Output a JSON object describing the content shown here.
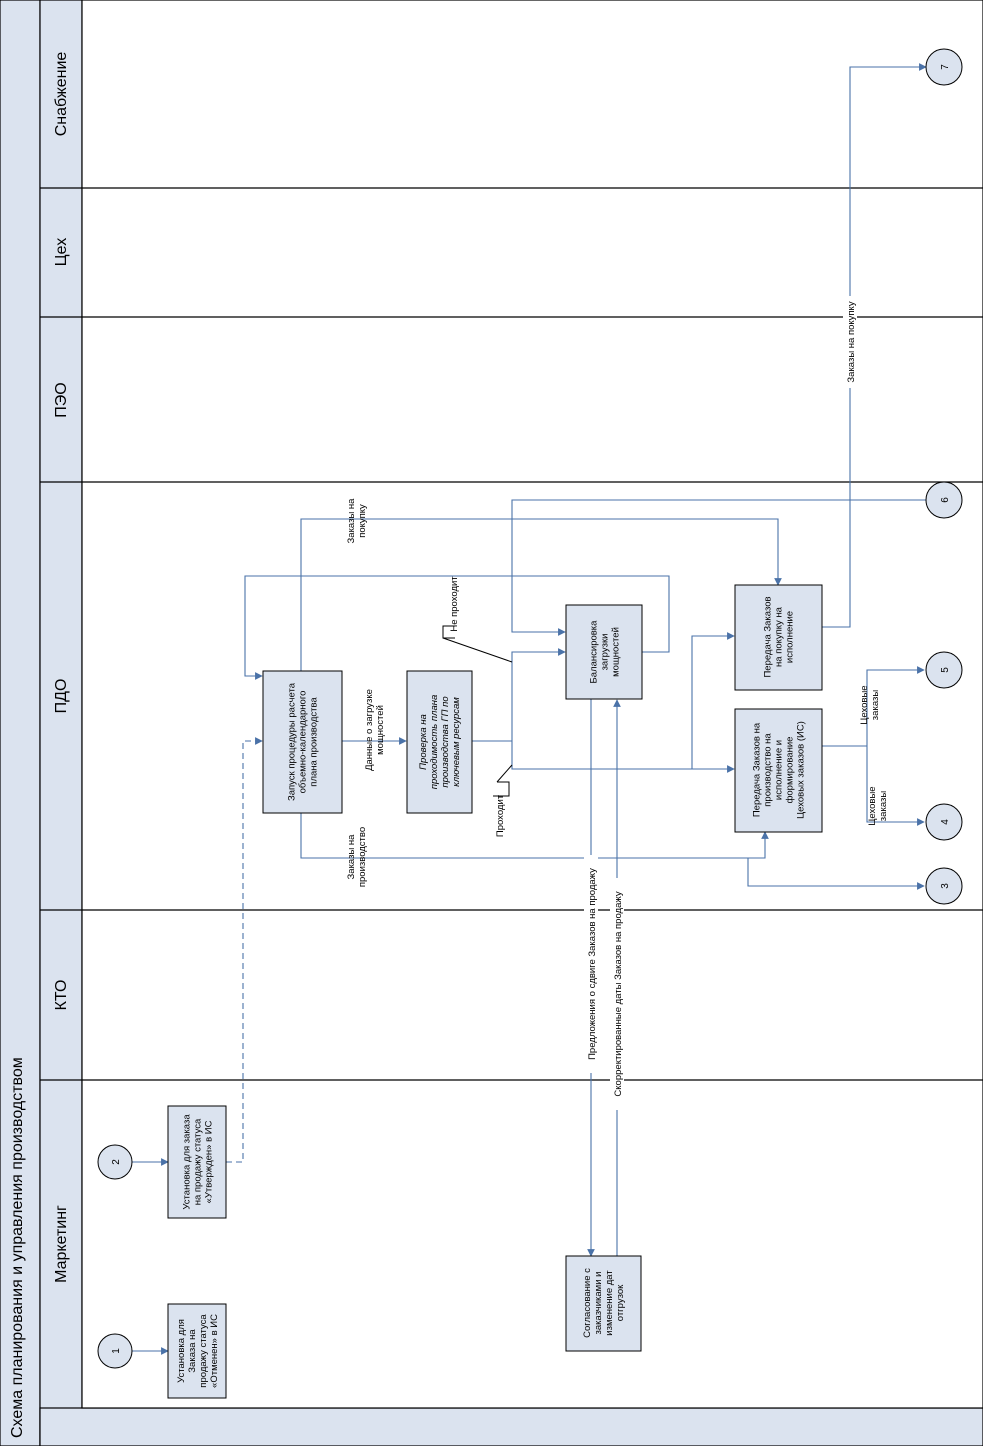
{
  "title": "Схема планирования и управления производством",
  "lanes": [
    {
      "label": "Маркетинг"
    },
    {
      "label": "КТО"
    },
    {
      "label": "ПДО"
    },
    {
      "label": "ПЭО"
    },
    {
      "label": "Цех"
    },
    {
      "label": "Снабжение"
    }
  ],
  "connectors": {
    "c1": "1",
    "c2": "2",
    "c3": "3",
    "c4": "4",
    "c5": "5",
    "c6": "6",
    "c7": "7"
  },
  "boxes": {
    "cancel": [
      "Установка для",
      "Заказа на",
      "продажу статуса",
      "«Отменен» в ИС"
    ],
    "approve": [
      "Установка для заказа",
      "на продажу статуса",
      "«Утвержден» в ИС"
    ],
    "agree": [
      "Согласование с",
      "заказчиками и",
      "изменение дат",
      "отгрузок"
    ],
    "launch": [
      "Запуск процедуры расчета",
      "объемно-календарного",
      "плана производства"
    ],
    "check": [
      "Проверка на",
      "проходимость плана",
      "производства ГП по",
      "ключевым ресурсам"
    ],
    "balance": [
      "Балансировка",
      "загрузки",
      "мощностей"
    ],
    "purchase": [
      "Передача Заказов",
      "на покупку на",
      "исполнение"
    ],
    "production": [
      "Передача Заказов на",
      "производство на",
      "исполнение и",
      "формирование",
      "Цеховых заказов (ИС)"
    ]
  },
  "labels": {
    "load_data": [
      "Данные о загрузке",
      "мощностей"
    ],
    "not_pass": "Не проходит",
    "pass": "Проходит",
    "purchase_orders_top": [
      "Заказы на",
      "покупку"
    ],
    "production_orders": [
      "Заказы на",
      "производство"
    ],
    "proposals": "Предложения о сдвиге Заказов на продажу",
    "corrected": "Скорректированные даты Заказов на продажу",
    "shop_orders_1": [
      "Цеховые",
      "заказы"
    ],
    "shop_orders_2": [
      "Цеховые",
      "заказы"
    ],
    "purchase_orders_long": "Заказы на покупку"
  }
}
